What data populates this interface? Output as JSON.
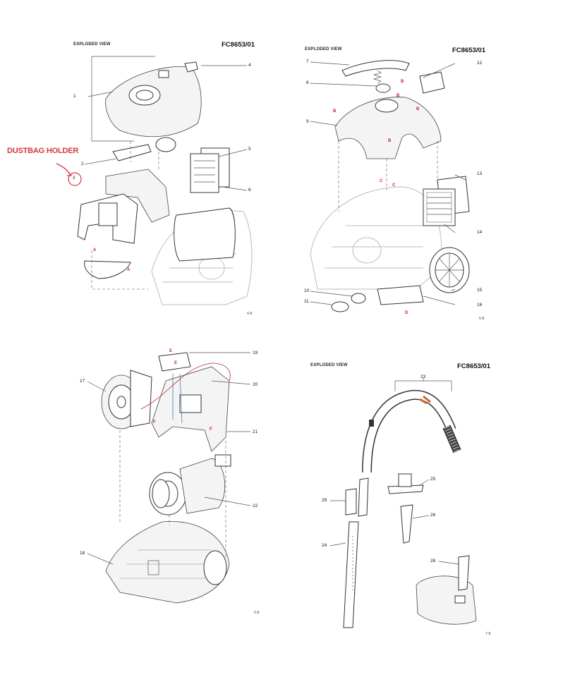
{
  "annotation": {
    "title": "DUSTBAG HOLDER",
    "circled_number": "3"
  },
  "panels": [
    {
      "header": "EXPLODED VIEW",
      "model": "FC8653/01",
      "page_code": "4-8",
      "callouts": [
        "1",
        "2",
        "4",
        "5",
        "6"
      ],
      "letters": [
        "A",
        "A"
      ]
    },
    {
      "header": "EXPLODED VIEW",
      "model": "FC8653/01",
      "page_code": "5-8",
      "callouts": [
        "7",
        "8",
        "9",
        "10",
        "11",
        "12",
        "13",
        "14",
        "15",
        "16"
      ],
      "letters": [
        "B",
        "B",
        "B",
        "B",
        "B",
        "C",
        "C",
        "D"
      ]
    },
    {
      "page_code": "6-8",
      "callouts": [
        "17",
        "18",
        "19",
        "20",
        "21",
        "22"
      ],
      "letters": [
        "E",
        "E",
        "F",
        "F"
      ]
    },
    {
      "header": "EXPLODED VIEW",
      "model": "FC8653/01",
      "page_code": "7-8",
      "callouts": [
        "23",
        "24",
        "25",
        "26",
        "28",
        "29"
      ]
    }
  ]
}
